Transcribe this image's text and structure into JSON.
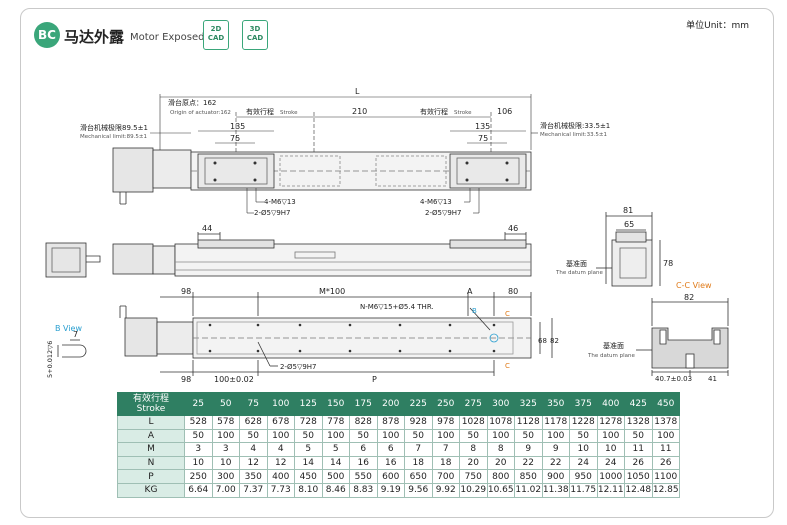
{
  "header": {
    "badge": "BC",
    "title_cn": "马达外露",
    "title_en": "Motor Exposed",
    "cad_2d_top": "2D",
    "cad_2d_bottom": "CAD",
    "cad_3d_top": "3D",
    "cad_3d_bottom": "CAD",
    "unit": "单位Unit：mm"
  },
  "drawing": {
    "L": "L",
    "origin_cn": "滑台原点：162",
    "origin_en": "Origin of actuator:162",
    "stroke_cn": "有效行程",
    "stroke_en": "Stroke",
    "d210": "210",
    "d106": "106",
    "mech_left_cn": "滑台机械极限89.5±1",
    "mech_left_en": "Mechanical limit:89.5±1",
    "mech_right_cn": "滑台机械极限:33.5±1",
    "mech_right_en": "Mechanical limit:33.5±1",
    "d135": "135",
    "d75": "75",
    "m6": "4-M6▽13",
    "pin": "2-Ø5▽9H7",
    "d44": "44",
    "d46": "46",
    "d81": "81",
    "d65": "65",
    "d78": "78",
    "datum_cn": "基准面",
    "datum_en": "The datum plane",
    "ccview": "C-C View",
    "d82": "82",
    "d98": "98",
    "m100": "M*100",
    "A": "A",
    "d80": "80",
    "nm6": "N-M6▽15+Ø5.4 THR.",
    "B": "B",
    "C": "C",
    "d68": "68",
    "bview": "B View",
    "b7": "7",
    "b5": "5+0.012▽6",
    "d100": "100±0.02",
    "P": "P",
    "pin2": "2-Ø5▽9H7",
    "cc407": "40.7±0.03",
    "cc41": "41"
  },
  "table": {
    "header_cn": "有效行程",
    "header_en": "Stroke",
    "strokes": [
      "25",
      "50",
      "75",
      "100",
      "125",
      "150",
      "175",
      "200",
      "225",
      "250",
      "275",
      "300",
      "325",
      "350",
      "375",
      "400",
      "425",
      "450"
    ],
    "rows": [
      {
        "label": "L",
        "values": [
          "528",
          "578",
          "628",
          "678",
          "728",
          "778",
          "828",
          "878",
          "928",
          "978",
          "1028",
          "1078",
          "1128",
          "1178",
          "1228",
          "1278",
          "1328",
          "1378"
        ]
      },
      {
        "label": "A",
        "values": [
          "50",
          "100",
          "50",
          "100",
          "50",
          "100",
          "50",
          "100",
          "50",
          "100",
          "50",
          "100",
          "50",
          "100",
          "50",
          "100",
          "50",
          "100"
        ]
      },
      {
        "label": "M",
        "values": [
          "3",
          "3",
          "4",
          "4",
          "5",
          "5",
          "6",
          "6",
          "7",
          "7",
          "8",
          "8",
          "9",
          "9",
          "10",
          "10",
          "11",
          "11"
        ]
      },
      {
        "label": "N",
        "values": [
          "10",
          "10",
          "12",
          "12",
          "14",
          "14",
          "16",
          "16",
          "18",
          "18",
          "20",
          "20",
          "22",
          "22",
          "24",
          "24",
          "26",
          "26"
        ]
      },
      {
        "label": "P",
        "values": [
          "250",
          "300",
          "350",
          "400",
          "450",
          "500",
          "550",
          "600",
          "650",
          "700",
          "750",
          "800",
          "850",
          "900",
          "950",
          "1000",
          "1050",
          "1100"
        ]
      },
      {
        "label": "KG",
        "values": [
          "6.64",
          "7.00",
          "7.37",
          "7.73",
          "8.10",
          "8.46",
          "8.83",
          "9.19",
          "9.56",
          "9.92",
          "10.29",
          "10.65",
          "11.02",
          "11.38",
          "11.75",
          "12.11",
          "12.48",
          "12.85"
        ]
      }
    ]
  }
}
